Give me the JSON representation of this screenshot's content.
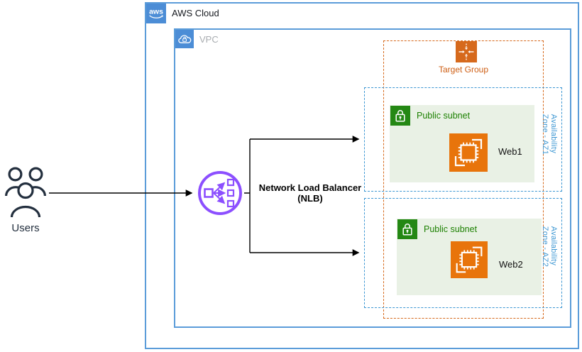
{
  "aws_cloud": {
    "label": "AWS Cloud",
    "logo_text": "aws"
  },
  "vpc": {
    "label": "VPC"
  },
  "target_group": {
    "label": "Target Group"
  },
  "availability_zones": [
    {
      "label": "Availability Zone - AZ1",
      "subnet": {
        "label": "Public subnet",
        "instance_label": "Web1"
      }
    },
    {
      "label": "Availability Zone - AZ2",
      "subnet": {
        "label": "Public subnet",
        "instance_label": "Web2"
      }
    }
  ],
  "load_balancer": {
    "label_line1": "Network Load Balancer",
    "label_line2": "(NLB)"
  },
  "users": {
    "label": "Users"
  },
  "icons": {
    "aws-logo-icon": "aws smile logo on blue square",
    "vpc-icon": "cloud with lock on blue square",
    "target-group-icon": "arrows converging to dashed line on orange square",
    "subnet-lock-icon": "white padlock on green square",
    "ec2-instances-icon": "white chip with corner brackets on orange square",
    "nlb-icon": "purple circle, square fanning arrows to three small squares",
    "users-icon": "three person outlines"
  },
  "colors": {
    "container_border_blue": "#5B9CD9",
    "icon_blue": "#4C8DD6",
    "az_dashed_blue": "#3D97D3",
    "target_group_orange": "#D6691C",
    "ec2_orange": "#E8740B",
    "subnet_green": "#248814",
    "subnet_text_green": "#1D8102",
    "subnet_bg": "#E9F1E5",
    "nlb_purple": "#8C4FFF",
    "dark_navy": "#232F3E",
    "connector_black": "#000000"
  }
}
